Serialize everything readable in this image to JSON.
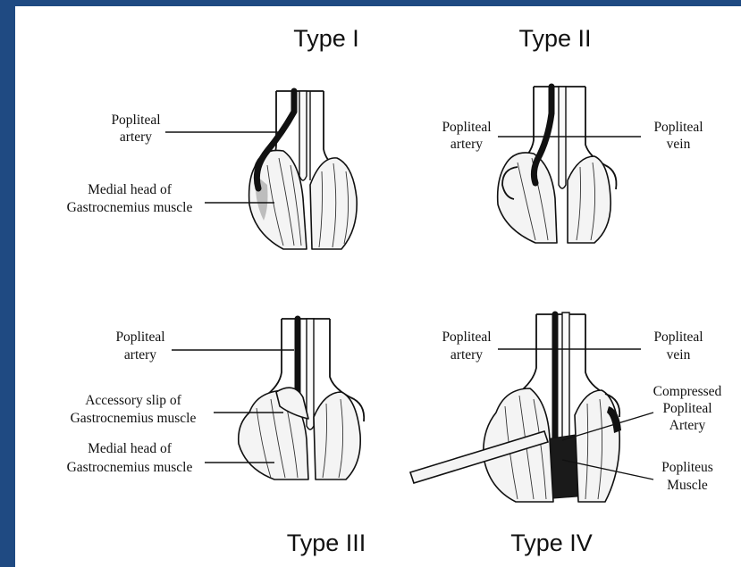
{
  "panels": [
    {
      "title": "Type I",
      "labels": {
        "artery": [
          "Popliteal",
          "artery"
        ],
        "medial_head": [
          "Medial head of",
          "Gastrocnemius muscle"
        ]
      }
    },
    {
      "title": "Type II",
      "labels": {
        "artery": [
          "Popliteal",
          "artery"
        ],
        "vein": [
          "Popliteal",
          "vein"
        ]
      }
    },
    {
      "title": "Type III",
      "labels": {
        "artery": [
          "Popliteal",
          "artery"
        ],
        "accessory_slip": [
          "Accessory slip of",
          "Gastrocnemius muscle"
        ],
        "medial_head": [
          "Medial head of",
          "Gastrocnemius muscle"
        ]
      }
    },
    {
      "title": "Type IV",
      "labels": {
        "artery": [
          "Popliteal",
          "artery"
        ],
        "vein": [
          "Popliteal",
          "vein"
        ],
        "compressed": [
          "Compressed",
          "Popliteal",
          "Artery"
        ],
        "popliteus": [
          "Popliteus",
          "Muscle"
        ]
      }
    }
  ]
}
